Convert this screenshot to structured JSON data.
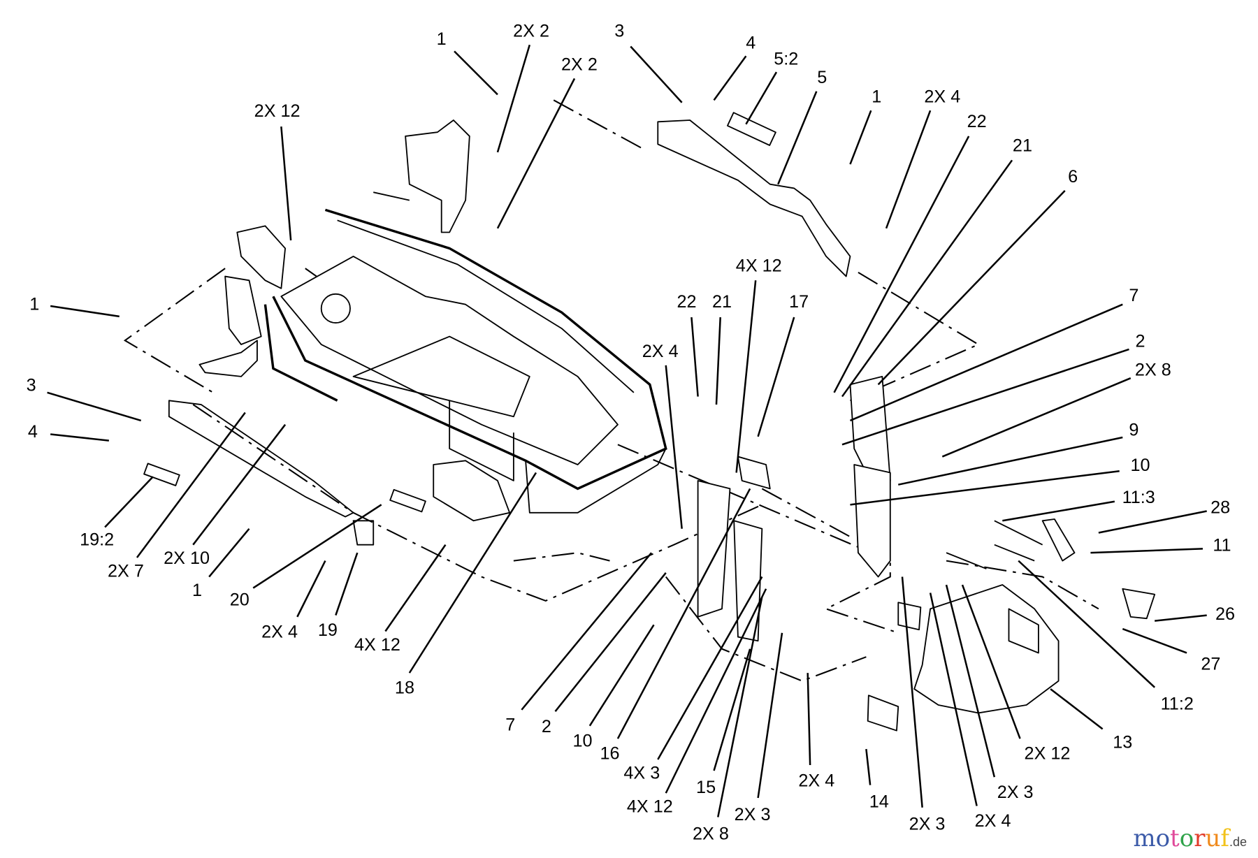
{
  "callouts": [
    "1",
    "2X 2",
    "2X 2",
    "2X 12",
    "3",
    "4",
    "5:2",
    "5",
    "1",
    "2X 4",
    "22",
    "21",
    "6",
    "4X 12",
    "22",
    "21",
    "17",
    "7",
    "2",
    "2X 8",
    "9",
    "10",
    "11:3",
    "28",
    "11",
    "26",
    "27",
    "11:2",
    "13",
    "2X 12",
    "2X 3",
    "2X 4",
    "2X 3",
    "14",
    "2X 4",
    "2X 3",
    "2X 8",
    "15",
    "4X 12",
    "4X 3",
    "16",
    "10",
    "2",
    "7",
    "2X 4",
    "18",
    "4X 12",
    "19",
    "2X 4",
    "20",
    "1",
    "2X 10",
    "2X 7",
    "19:2",
    "3",
    "4",
    "1"
  ],
  "logo": {
    "letters": [
      "m",
      "o",
      "t",
      "o",
      "r",
      "u",
      "f"
    ],
    "colors": [
      "#3b5aa8",
      "#3b5aa8",
      "#e04a9a",
      "#2fa34a",
      "#e23b2a",
      "#f08a1c",
      "#f2c21a"
    ],
    "tld": ".de"
  }
}
